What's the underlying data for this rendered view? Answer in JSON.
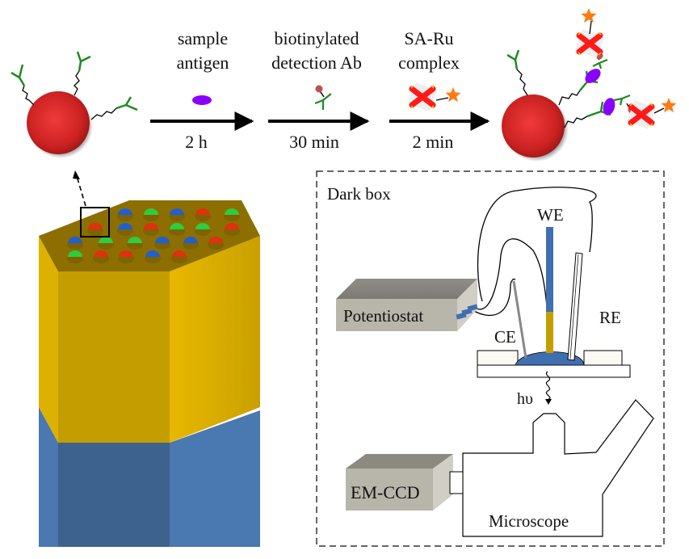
{
  "figure": {
    "type": "schematic",
    "description": "Bead-based ECL immunoassay workflow and imaging setup"
  },
  "workflow": {
    "steps": [
      {
        "reagent": [
          "sample",
          "antigen"
        ],
        "time": "2 h",
        "reagent_glyph": "antigen"
      },
      {
        "reagent": [
          "biotinylated",
          "detection Ab"
        ],
        "time": "30 min",
        "reagent_glyph": "biotinylated-antibody"
      },
      {
        "reagent": [
          "SA-Ru",
          "complex"
        ],
        "time": "2 min",
        "reagent_glyph": "sa-ru-complex"
      }
    ]
  },
  "fiber_bundle": {
    "label": "",
    "well_colors": [
      "#1f5fd0",
      "#2ecc40",
      "#e03010"
    ]
  },
  "dark_box": {
    "title": "Dark box",
    "electrodes": {
      "working": "WE",
      "counter": "CE",
      "reference": "RE"
    },
    "potentiostat": "Potentiostat",
    "emission": "hυ",
    "camera": "EM-CCD",
    "microscope": "Microscope"
  },
  "colors": {
    "bead": "#d42a2a",
    "antibody": "#1f8a1f",
    "antigen": "#8a00ff",
    "biotin": "#c05050",
    "streptavidin": "#ff1a1a",
    "ruthenium": "#ff7a10",
    "gold": "#c9a000",
    "blue_fiber": "#4a78b0",
    "electrode_blue": "#3f6fb0",
    "device_gray": "#b8b5aa"
  }
}
